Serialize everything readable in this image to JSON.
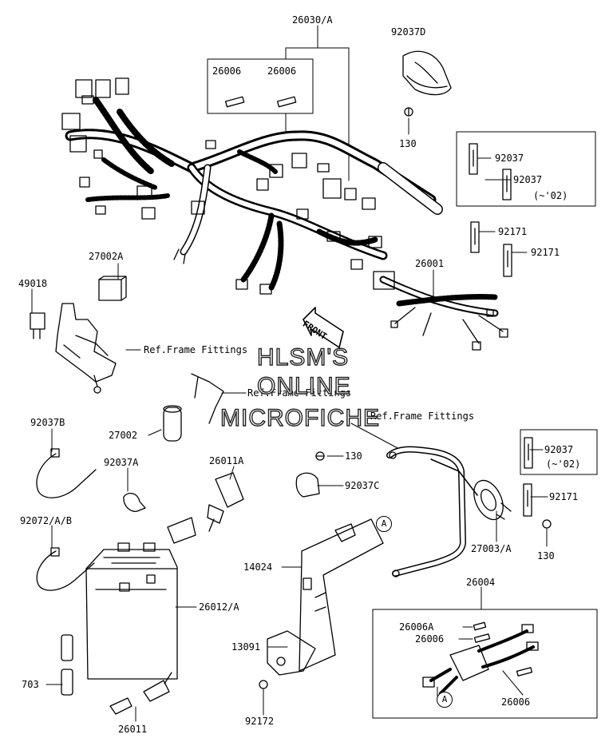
{
  "labels": {
    "harness_main": "26030/A",
    "fuse_a": "26006",
    "fuse_b": "26006",
    "clamp_top": "92037D",
    "bolt_top": "130",
    "strap_1": "92037",
    "strap_2": "92037",
    "strap_2_note": "(~'02)",
    "strap_3": "92171",
    "strap_4": "92171",
    "harness_sub": "26001",
    "relay": "27002A",
    "relay_small": "49018",
    "ref_frame_1": "Ref.Frame Fittings",
    "ref_frame_2": "Ref.Frame Fittings",
    "ref_frame_3": "Ref.Frame Fittings",
    "relay_2": "27002",
    "band_1": "92037B",
    "clamp_a": "92037A",
    "cap": "26011A",
    "bolt_mid": "130",
    "clamp_c": "92037C",
    "strap_5": "92037",
    "strap_5_note": "(~'02)",
    "strap_6": "92171",
    "band_2": "92072/A/B",
    "battery": "26012/A",
    "horn": "27003/A",
    "bolt_horn": "130",
    "battery_case": "14024",
    "fuse_box": "26004",
    "fuse_c": "26006A",
    "fuse_d": "26006",
    "bracket": "13091",
    "tube": "703",
    "terminal": "26011",
    "screw": "92172",
    "fuse_e": "26006",
    "ref_a1": "A",
    "ref_a2": "A",
    "front": "FRONT"
  },
  "watermark": {
    "line1": "HLSM'S",
    "line2": "ONLINE",
    "line3": "MICROFICHE"
  }
}
